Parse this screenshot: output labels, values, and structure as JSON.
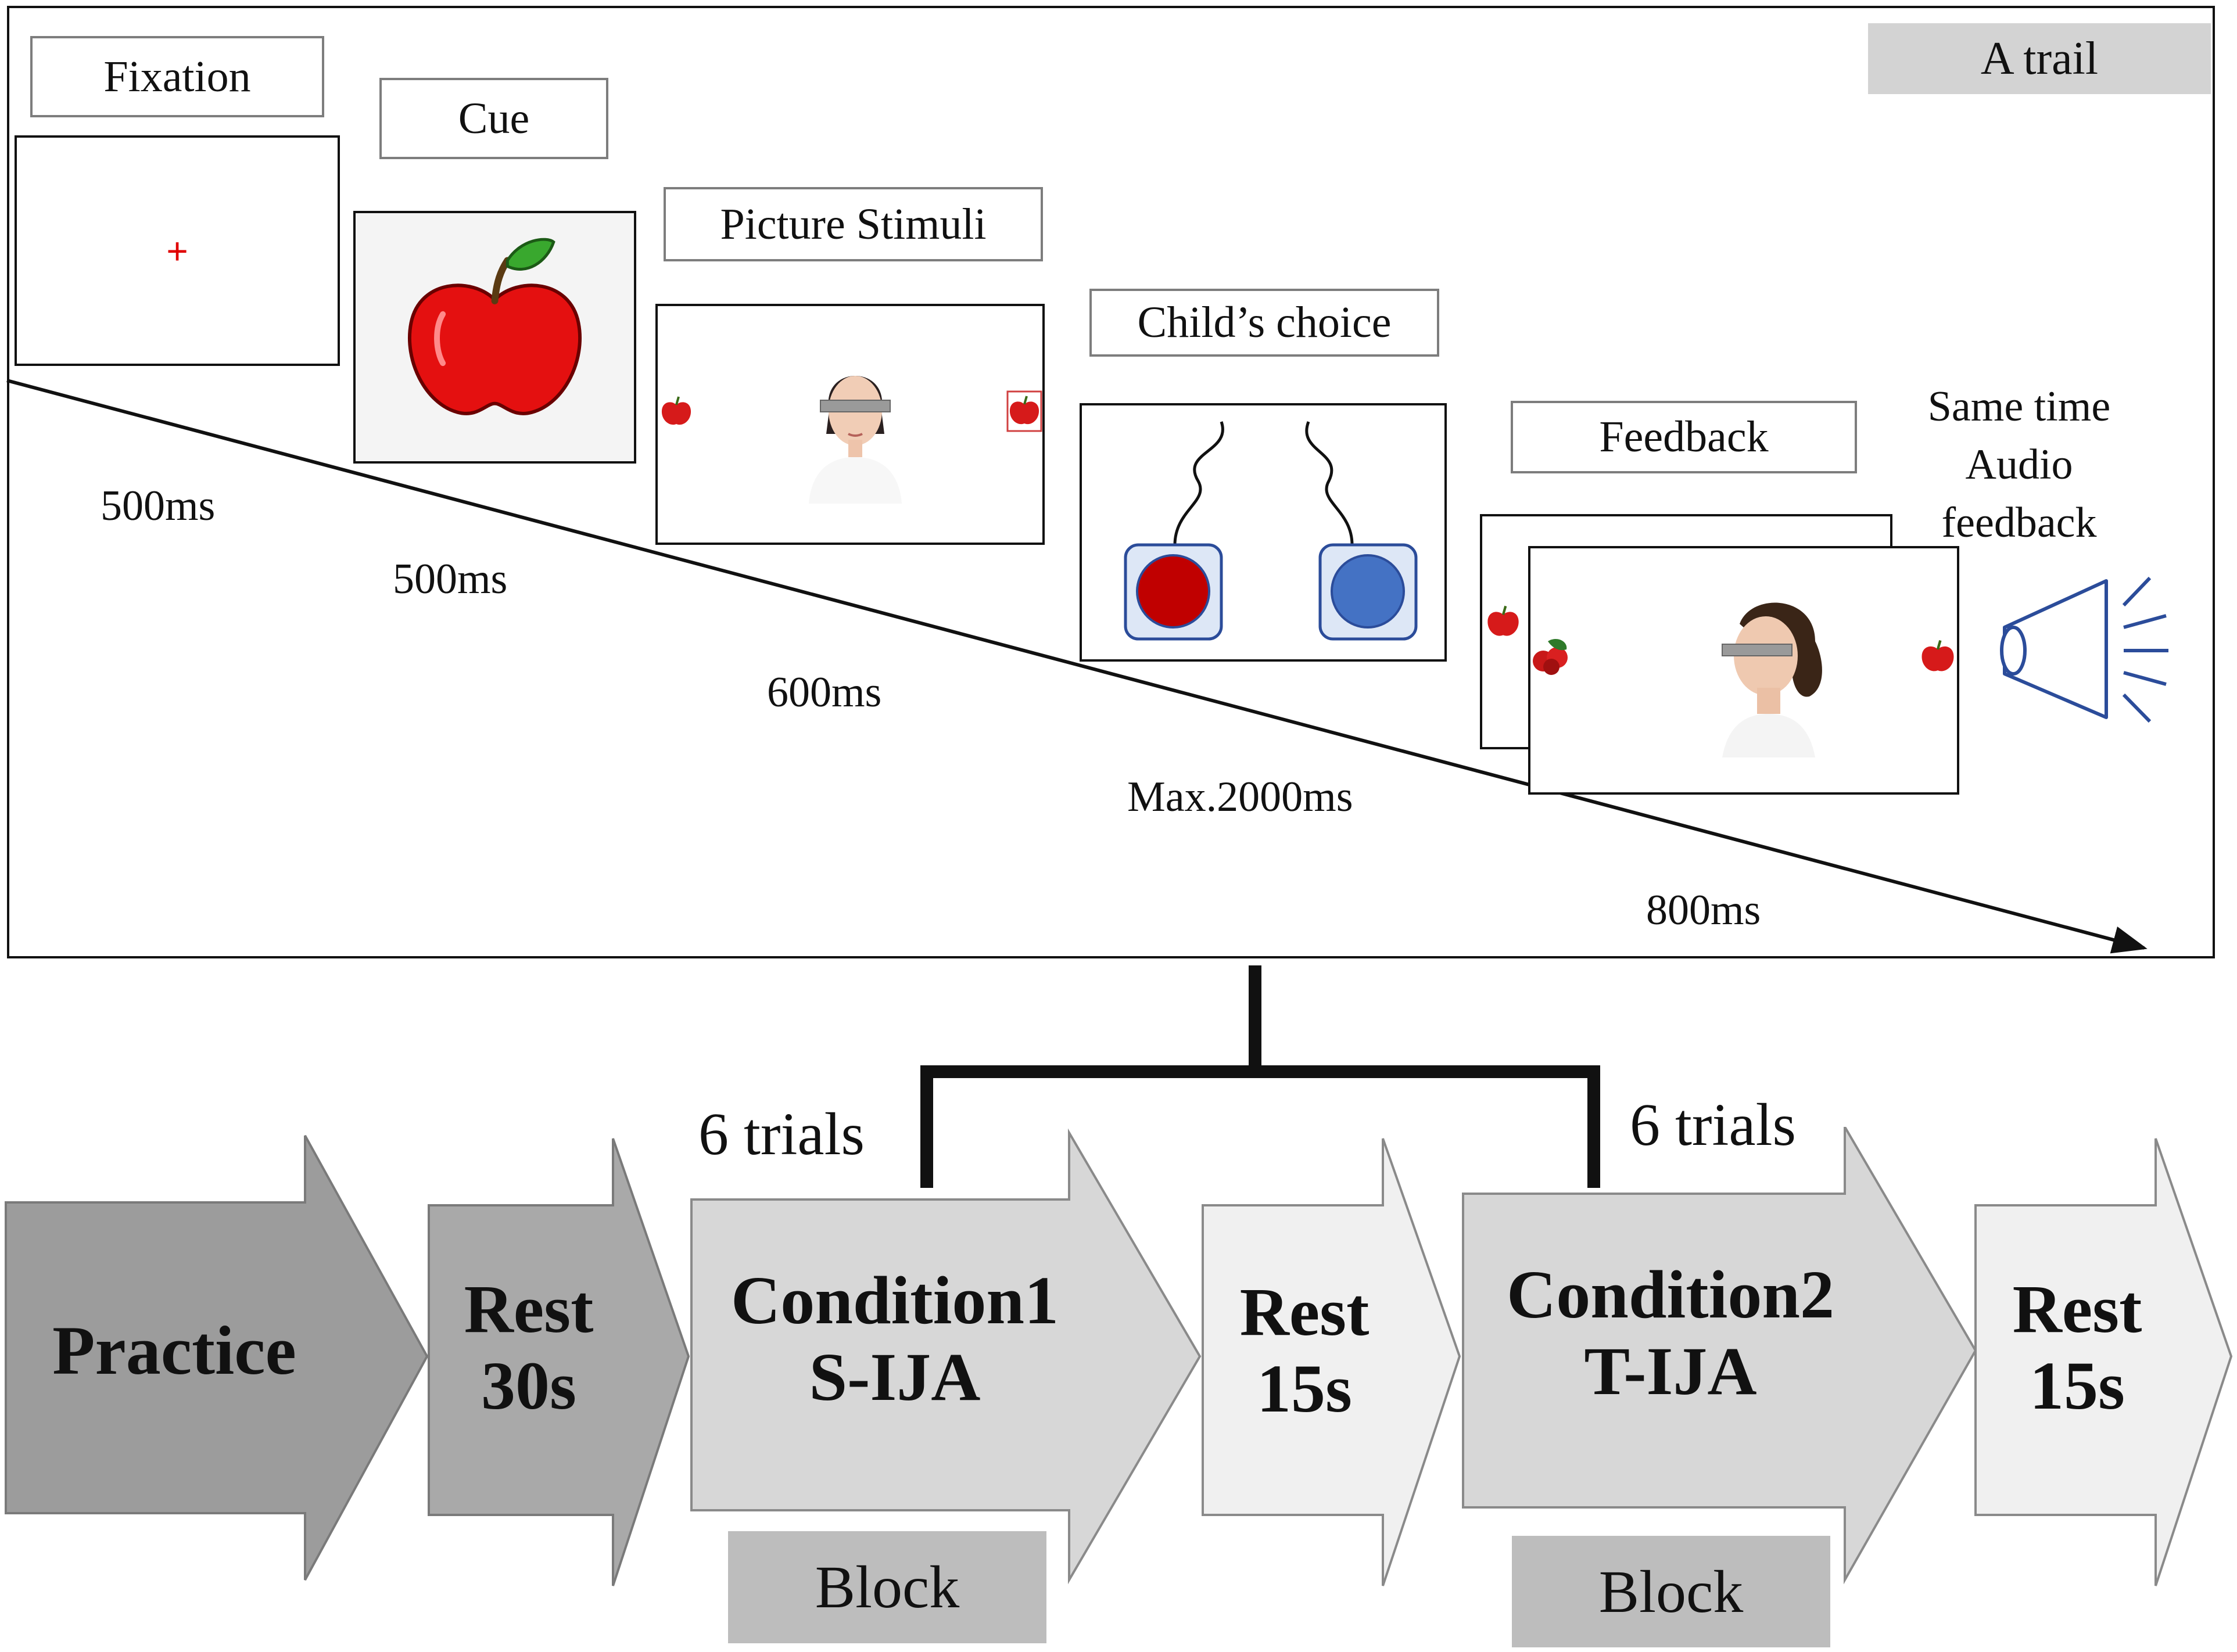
{
  "trial_panel": {
    "corner_tag": "A trail",
    "stages": {
      "fixation": "Fixation",
      "cue": "Cue",
      "picture": "Picture Stimuli",
      "choice": "Child’s choice",
      "feedback": "Feedback"
    },
    "fixation_symbol": "+",
    "durations": [
      "500ms",
      "500ms",
      "600ms",
      "Max.2000ms",
      "800ms"
    ],
    "audio_note": [
      "Same time",
      "Audio",
      "feedback"
    ],
    "button_colors": {
      "left": "#c00000",
      "right": "#4472c4"
    }
  },
  "sequence": {
    "practice": "Practice",
    "rest1": [
      "Rest",
      "30s"
    ],
    "cond1": [
      "Condition1",
      "S-IJA"
    ],
    "rest2": [
      "Rest",
      "15s"
    ],
    "cond2": [
      "Condition2",
      "T-IJA"
    ],
    "rest3": [
      "Rest",
      "15s"
    ],
    "trials_left": "6 trials",
    "trials_right": "6 trials",
    "block_left": "Block",
    "block_right": "Block"
  }
}
